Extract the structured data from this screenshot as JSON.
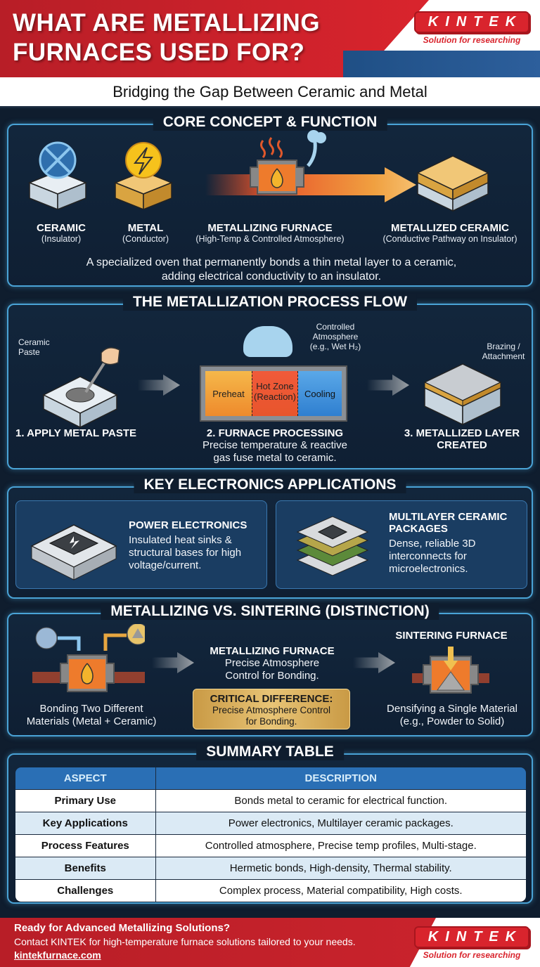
{
  "header": {
    "title_line1": "WHAT ARE METALLIZING",
    "title_line2": "FURNACES USED FOR?",
    "subtitle": "Bridging the Gap Between Ceramic and Metal",
    "logo": {
      "brand": "KINTEK",
      "tagline": "Solution for researching"
    }
  },
  "colors": {
    "brand_red": "#d9242d",
    "navy_bg": "#0f1d2e",
    "accent_blue": "#4aa3d6",
    "table_header": "#2a6fb5",
    "gold": "#d4a84a"
  },
  "core": {
    "title": "CORE CONCEPT & FUNCTION",
    "items": [
      {
        "label": "CERAMIC",
        "sub": "(Insulator)",
        "icon": "insulator-x-icon"
      },
      {
        "label": "METAL",
        "sub": "(Conductor)",
        "icon": "lightning-icon"
      },
      {
        "label": "METALLIZING FURNACE",
        "sub": "(High-Temp & Controlled Atmosphere)",
        "icon": "furnace-flame-icon"
      },
      {
        "label": "METALLIZED CERAMIC",
        "sub": "(Conductive Pathway on Insulator)",
        "icon": "layered-block-icon"
      }
    ],
    "description_line1": "A specialized oven that permanently bonds a thin metal layer to a ceramic,",
    "description_line2": "adding electrical conductivity to an insulator."
  },
  "process": {
    "title": "THE METALLIZATION PROCESS FLOW",
    "callout_paste": "Ceramic\nPaste",
    "callout_atmosphere_1": "Controlled",
    "callout_atmosphere_2": "Atmosphere",
    "callout_atmosphere_3": "(e.g., Wet H₂)",
    "callout_brazing_1": "Brazing /",
    "callout_brazing_2": "Attachment",
    "zones": [
      "Preheat",
      "Hot Zone",
      "(Reaction)",
      "Cooling"
    ],
    "steps": [
      {
        "label": "1. APPLY METAL PASTE"
      },
      {
        "label": "2. FURNACE PROCESSING",
        "desc_line1": "Precise temperature & reactive",
        "desc_line2": "gas fuse metal to ceramic."
      },
      {
        "label_line1": "3. METALLIZED LAYER",
        "label_line2": "CREATED"
      }
    ]
  },
  "applications": {
    "title": "KEY ELECTRONICS APPLICATIONS",
    "cards": [
      {
        "title": "POWER ELECTRONICS",
        "desc": [
          "Insulated heat sinks &",
          "structural bases for high",
          "voltage/current."
        ]
      },
      {
        "title_line1": "MULTILAYER CERAMIC",
        "title_line2": "PACKAGES",
        "desc": [
          "Dense, reliable 3D",
          "interconnects for",
          "microelectronics."
        ]
      }
    ]
  },
  "distinction": {
    "title": "METALLIZING VS. SINTERING (DISTINCTION)",
    "left_caption_1": "Bonding Two Different",
    "left_caption_2": "Materials (Metal + Ceramic)",
    "middle_title": "METALLIZING FURNACE",
    "middle_desc_1": "Precise Atmosphere",
    "middle_desc_2": "Control for Bonding.",
    "critical_title": "CRITICAL DIFFERENCE:",
    "critical_desc_1": "Precise Atmosphere Control",
    "critical_desc_2": "for Bonding.",
    "right_title": "SINTERING FURNACE",
    "right_caption_1": "Densifying a Single Material",
    "right_caption_2": "(e.g., Powder to Solid)"
  },
  "summary": {
    "title": "SUMMARY TABLE",
    "headers": [
      "ASPECT",
      "DESCRIPTION"
    ],
    "rows": [
      {
        "aspect": "Primary Use",
        "description": "Bonds metal to ceramic for electrical function."
      },
      {
        "aspect": "Key Applications",
        "description": "Power electronics, Multilayer ceramic packages."
      },
      {
        "aspect": "Process Features",
        "description": "Controlled atmosphere, Precise temp profiles, Multi-stage."
      },
      {
        "aspect": "Benefits",
        "description": "Hermetic bonds, High-density, Thermal stability."
      },
      {
        "aspect": "Challenges",
        "description": "Complex process, Material compatibility, High costs."
      }
    ]
  },
  "footer": {
    "headline": "Ready for Advanced Metallizing Solutions?",
    "text": "Contact KINTEK for high-temperature furnace solutions tailored to your needs.",
    "link": "kintekfurnace.com",
    "logo": {
      "brand": "KINTEK",
      "tagline": "Solution for researching"
    }
  }
}
